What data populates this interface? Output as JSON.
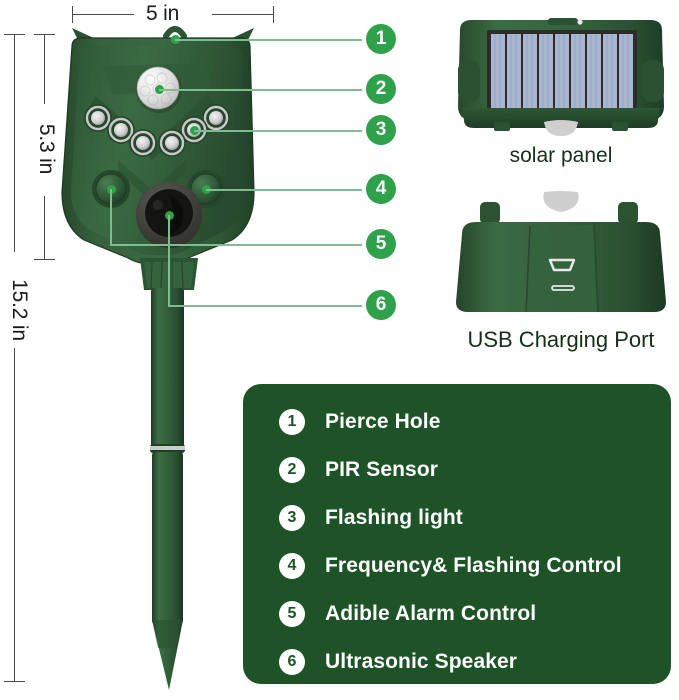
{
  "dimensions": {
    "width_label": "5 in",
    "head_height_label": "5.3 in",
    "total_height_label": "15.2 in"
  },
  "callouts": [
    {
      "number": "1"
    },
    {
      "number": "2"
    },
    {
      "number": "3"
    },
    {
      "number": "4"
    },
    {
      "number": "5"
    },
    {
      "number": "6"
    }
  ],
  "side_views": {
    "solar_caption": "solar panel",
    "usb_caption": "USB Charging Port"
  },
  "legend": {
    "items": [
      {
        "number": "1",
        "label": "Pierce Hole"
      },
      {
        "number": "2",
        "label": "PIR Sensor"
      },
      {
        "number": "3",
        "label": "Flashing light"
      },
      {
        "number": "4",
        "label": "Frequency& Flashing Control"
      },
      {
        "number": "5",
        "label": "Adible Alarm Control"
      },
      {
        "number": "6",
        "label": "Ultrasonic Speaker"
      }
    ]
  },
  "colors": {
    "accent_green": "#2fa14b",
    "leader_green": "#7fbd90",
    "legend_bg": "#1d5327",
    "body_green": "#2f5c37",
    "body_green_dark": "#23452a",
    "caption_green": "#143016",
    "dim_gray": "#4a4a4a",
    "solar_cell": "#aab6cf"
  },
  "icons": {
    "pierce_hole": "loop-hole-icon",
    "pir_sensor": "dome-sensor-icon",
    "led_light": "led-lamp-icon",
    "dial_knob": "rotary-knob-icon",
    "speaker": "ultrasonic-speaker-icon",
    "usb_port": "micro-usb-icon",
    "solar_panel": "solar-cell-icon"
  }
}
